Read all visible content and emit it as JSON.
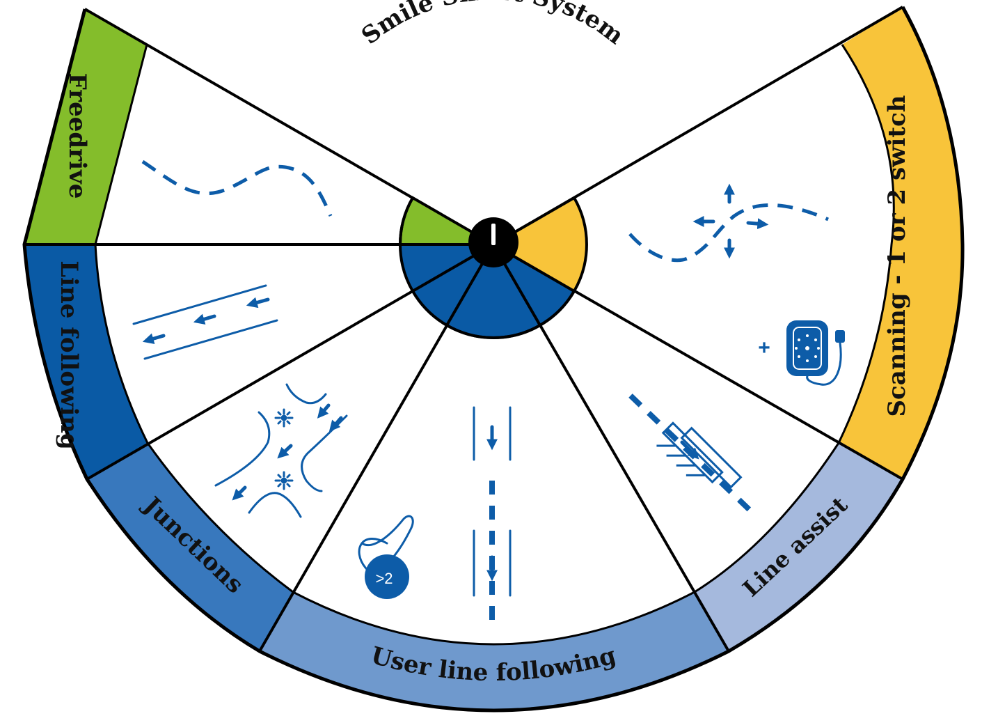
{
  "title": "Smile Smart System",
  "segments": [
    {
      "id": "freedrive",
      "label": "Freedrive",
      "color": "#84bd2b"
    },
    {
      "id": "line-following",
      "label": "Line following",
      "color": "#0a5aa5"
    },
    {
      "id": "junctions",
      "label": "Junctions",
      "color": "#3878bd"
    },
    {
      "id": "user-line-following",
      "label": "User line following",
      "color": "#6f99cd"
    },
    {
      "id": "line-assist",
      "label": "Line assist",
      "color": "#a5b9dd"
    },
    {
      "id": "scanning",
      "label": "Scanning - 1 or 2 switch",
      "color": "#f8c43a"
    }
  ],
  "icons": {
    "switch_badge": ">2",
    "plus_sign": "+"
  },
  "colors": {
    "icon_blue": "#0d5ca8",
    "hub_green": "#84bd2b",
    "hub_blue": "#0a5aa5",
    "hub_yellow": "#f8c43a"
  }
}
